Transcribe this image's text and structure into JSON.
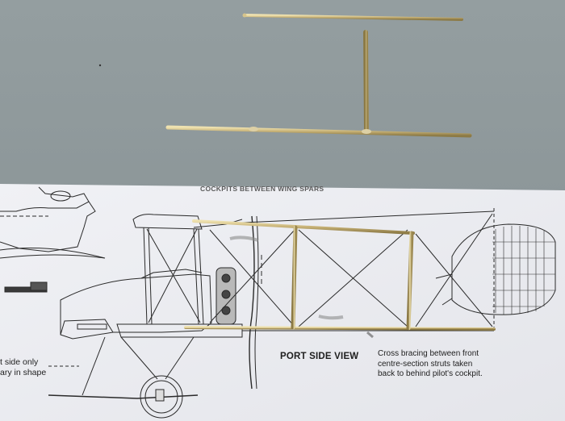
{
  "photo": {
    "header_text": "COCKPITS       BETWEEN WING SPARS",
    "view_label": "PORT SIDE VIEW",
    "caption_lines": [
      "Cross bracing between front",
      "centre-section struts taken",
      "back to behind pilot's cockpit."
    ],
    "left_note_lines": [
      "t side only",
      "ary in shape"
    ],
    "colors": {
      "background": "#8d9799",
      "paper": "#ecedf1",
      "brass_rod": "#c8b47a",
      "ink": "#2a2a2a"
    }
  }
}
